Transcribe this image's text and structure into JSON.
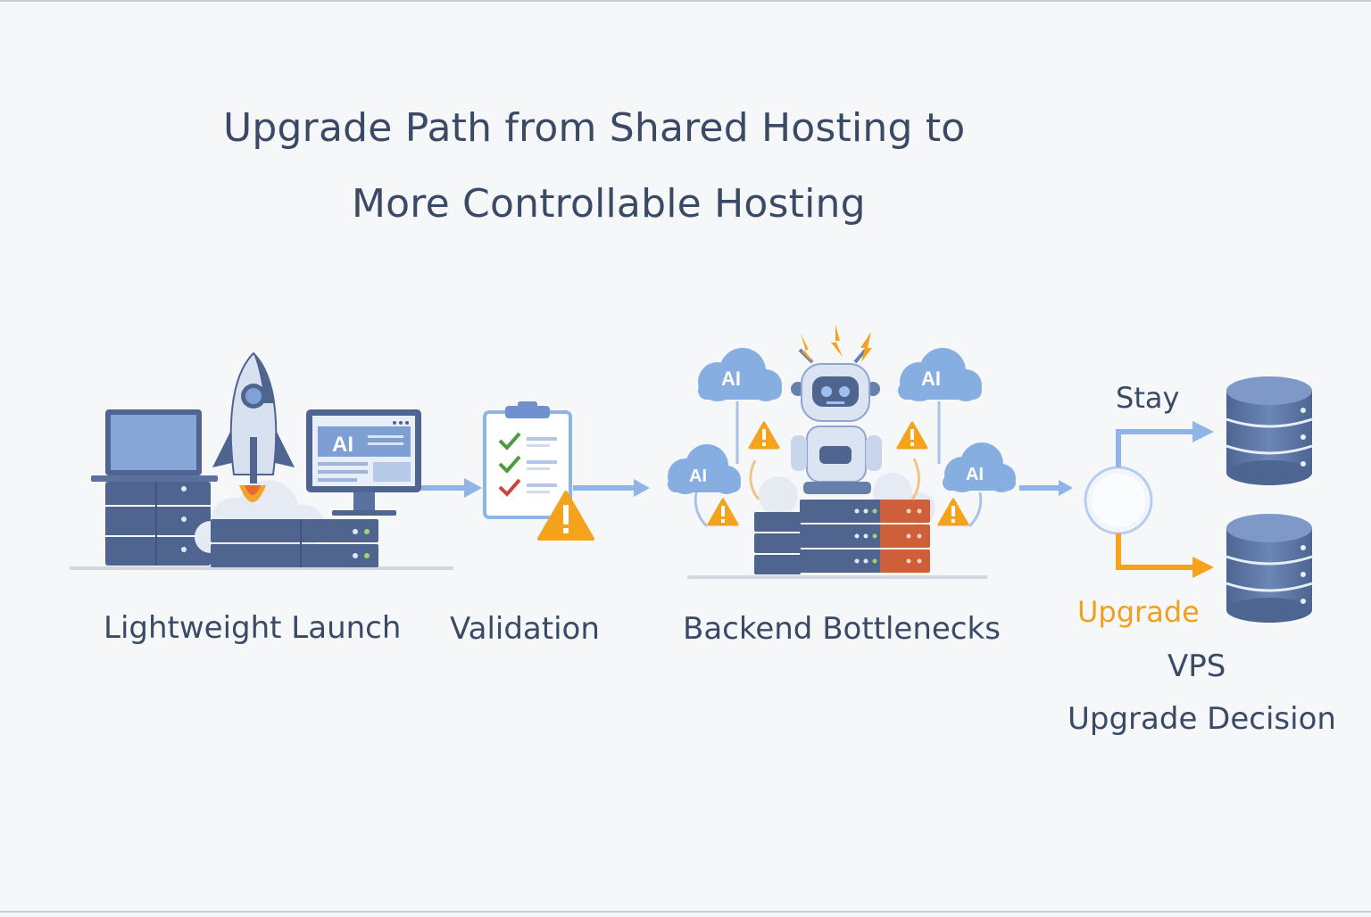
{
  "title": {
    "line1": "Upgrade Path from Shared Hosting to",
    "line2": "More Controllable Hosting"
  },
  "stages": {
    "launch": "Lightweight Launch",
    "validation": "Validation",
    "bottlenecks": "Backend Bottlenecks",
    "decision": "Upgrade Decision"
  },
  "branches": {
    "stay": "Stay",
    "upgrade": "Upgrade",
    "vps": "VPS"
  },
  "badges": {
    "ai": "AI"
  },
  "colors": {
    "text": "#3a4a66",
    "server_dark": "#4f6590",
    "server_mid": "#6780ab",
    "accent_blue": "#8fb4e8",
    "cloud_blue": "#86aee0",
    "warning": "#f5a21c",
    "server_orange": "#cf5f3a",
    "check_green": "#4e9a3c",
    "check_red": "#c9453b"
  }
}
